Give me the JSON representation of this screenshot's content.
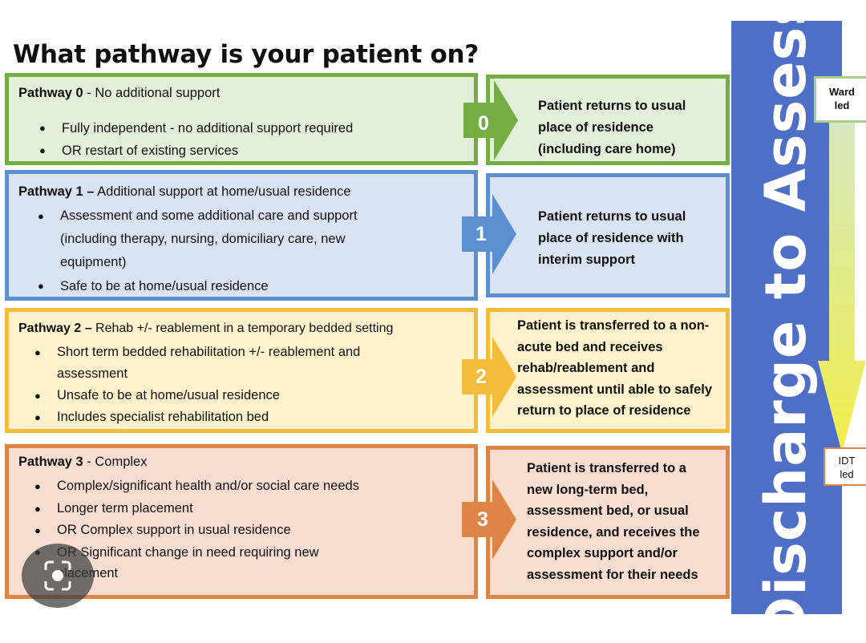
{
  "title": "What pathway is your patient on?",
  "side_title": "Discharge to Assess",
  "side_labels": {
    "top": "Ward\nled",
    "bottom": "IDT\nled"
  },
  "pathways": [
    {
      "heading_bold": "Pathway 0",
      "heading_rest": " - No additional support",
      "bullets": [
        "Fully independent - no additional support required",
        "OR restart of existing services"
      ],
      "number": "0",
      "outcome": "Patient returns to usual\nplace of residence\n(including care home)",
      "color": "#74ad44"
    },
    {
      "heading_bold": "Pathway 1 –",
      "heading_rest": " Additional support at home/usual residence",
      "bullets": [
        "Assessment and some additional care and support\n(including therapy, nursing, domiciliary care, new\nequipment)",
        "Safe to be at home/usual residence"
      ],
      "number": "1",
      "outcome": "Patient returns to usual\nplace of residence with\ninterim support",
      "color": "#5b8fd0"
    },
    {
      "heading_bold": "Pathway 2 –",
      "heading_rest": " Rehab +/- reablement in a temporary bedded setting",
      "bullets": [
        "Short term bedded rehabilitation +/- reablement and\nassessment",
        "Unsafe to be at home/usual residence",
        "Includes specialist rehabilitation bed"
      ],
      "number": "2",
      "outcome": "Patient is transferred to a non-\nacute bed and receives\nrehab/reablement and\nassessment until able to safely\nreturn to place of residence",
      "color": "#f2bd3c"
    },
    {
      "heading_bold": "Pathway 3",
      "heading_rest": " - Complex",
      "bullets": [
        "Complex/significant health and/or social care needs",
        "Longer term placement",
        "OR Complex support in usual residence",
        "OR Significant change in need requiring new\nplacement"
      ],
      "number": "3",
      "outcome": "Patient is transferred to a\nnew long-term bed,\nassessment bed, or usual\nresidence, and receives the\ncomplex support and/or\nassessment for their needs",
      "color": "#dd8447"
    }
  ],
  "colors": {
    "side_panel": "#4f6fc6",
    "gradient_top": "#d4e8c8",
    "gradient_bottom": "#f1ee4b"
  },
  "icons": {
    "overlay": "image-search-lens-icon"
  }
}
